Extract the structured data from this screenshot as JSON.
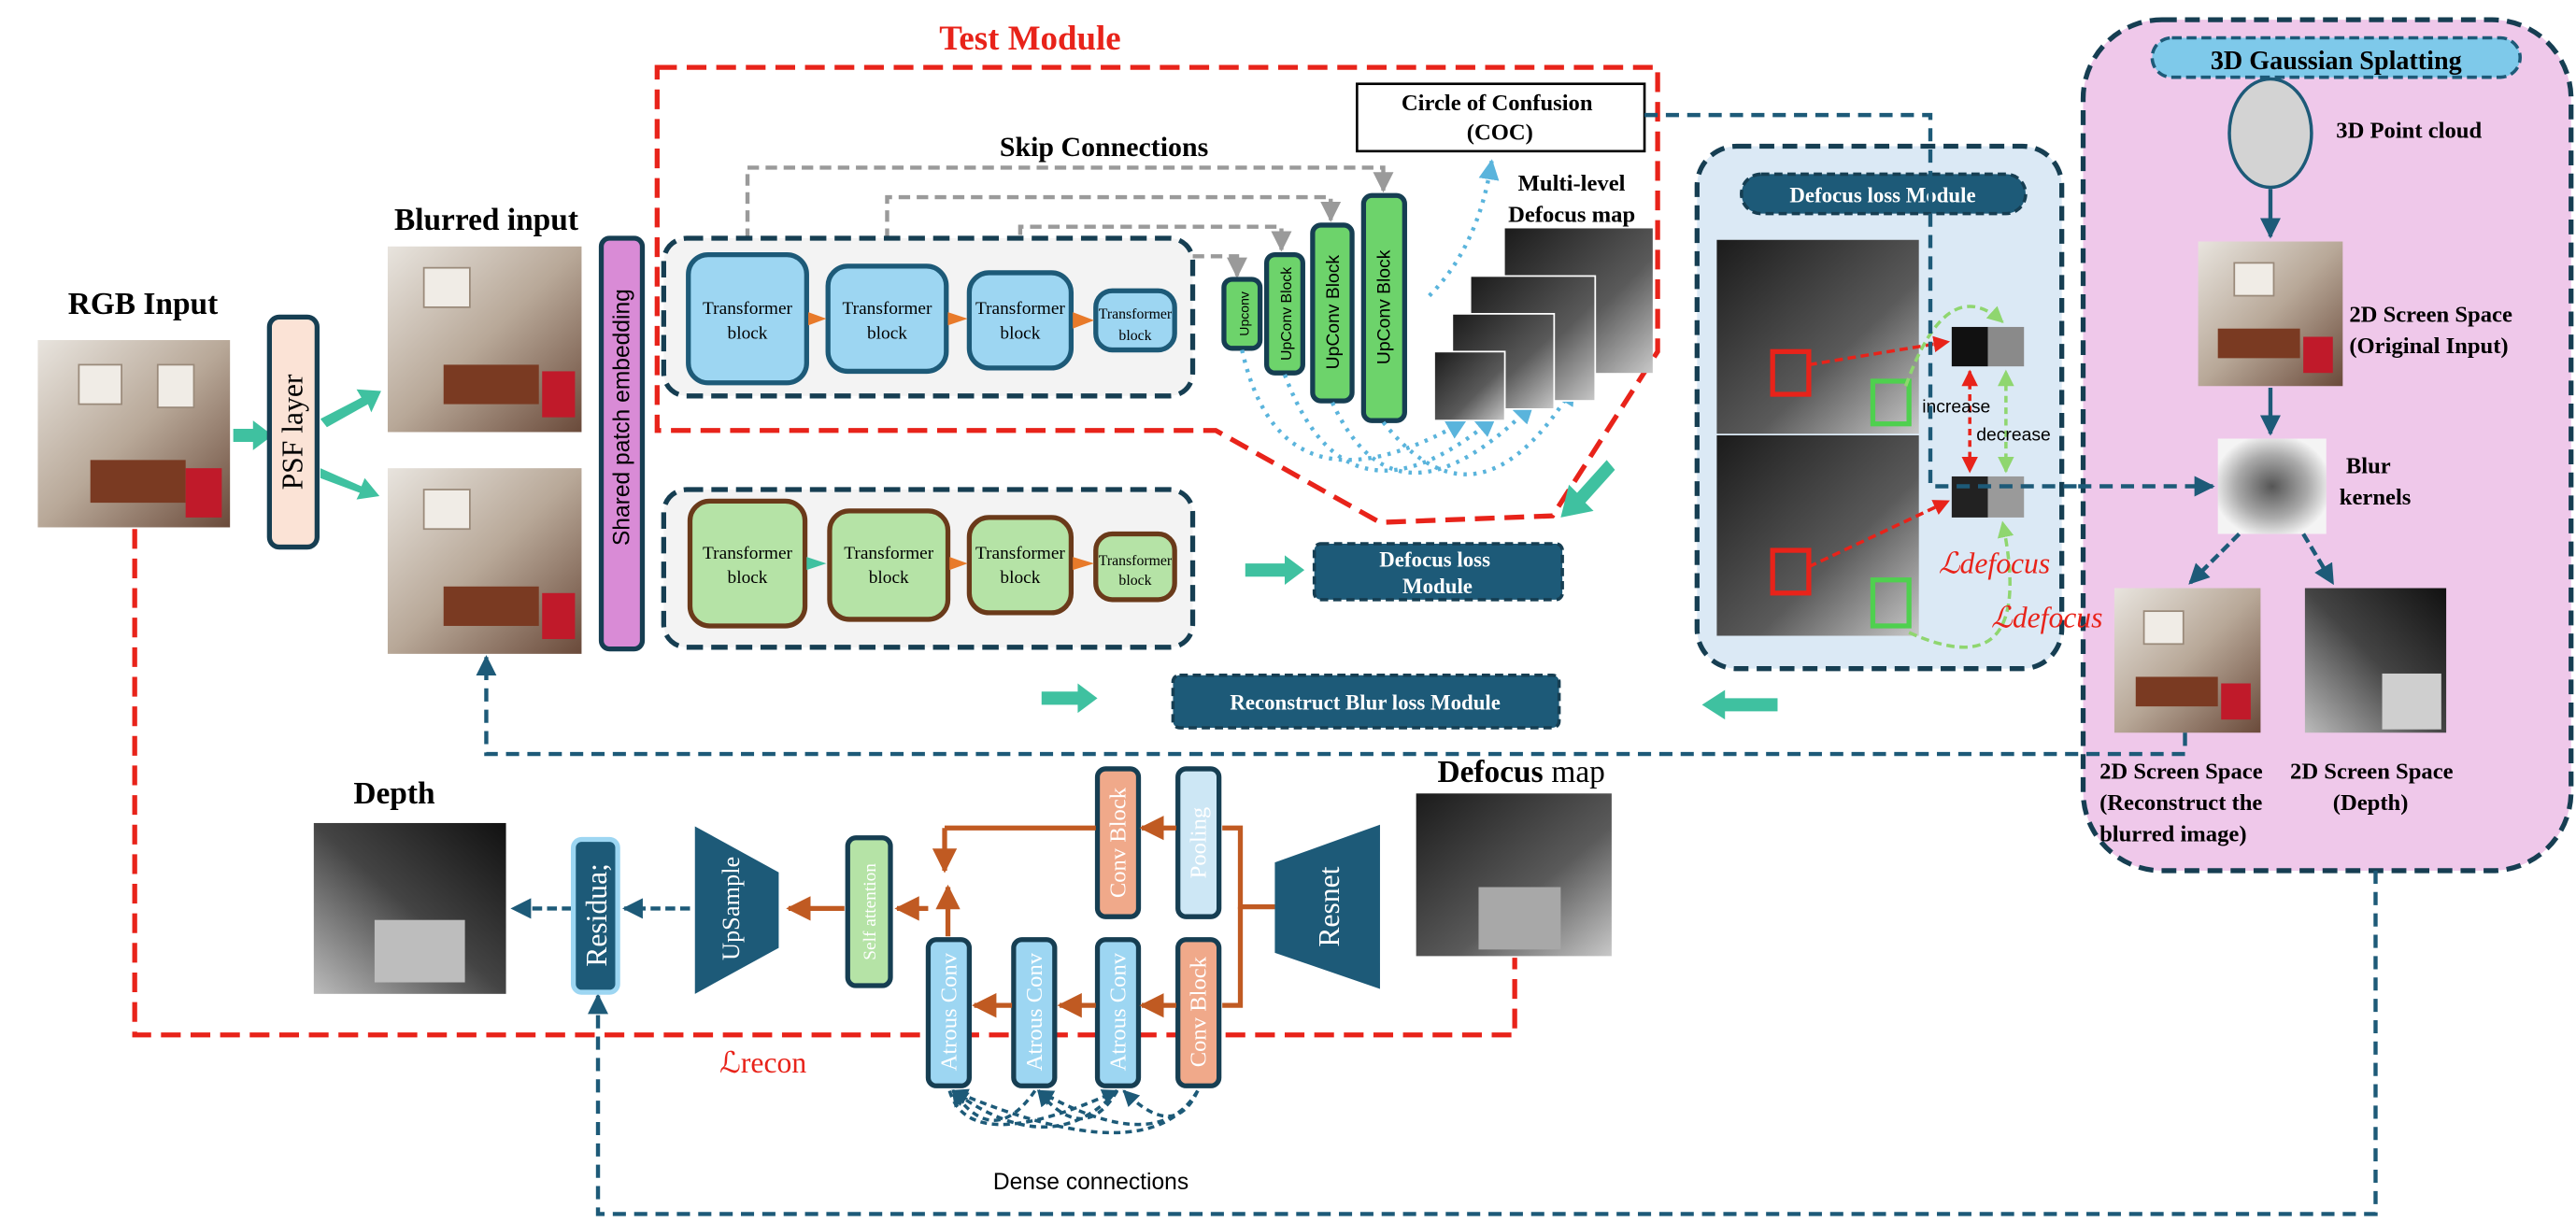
{
  "labels": {
    "test_module": "Test Module",
    "rgb_input": "RGB Input",
    "blurred_input": "Blurred input",
    "psf_layer": "PSF layer",
    "shared_patch_embedding": "Shared patch embedding",
    "skip_connections": "Skip Connections",
    "transformer_block": "Transformer block",
    "upconv": "Upconv",
    "upconv_block": "UpConv Block",
    "coc": "Circle of Confusion (COC)",
    "multilevel_defocus": "Multi-level Defocus map",
    "defocus_loss_module": "Defocus loss Module",
    "reconstruct_blur_loss_module": "Reconstruct Blur loss Module",
    "gaussian_splatting": "3D Gaussian Splatting",
    "point_cloud": "3D Point cloud",
    "screen_space_original": "2D Screen Space (Original Input)",
    "blur_kernels": "Blur kernels",
    "screen_space_reconstruct": "2D Screen Space (Reconstruct the blurred image)",
    "screen_space_depth": "2D Screen Space (Depth)",
    "increase": "increase",
    "decrease": "decrease",
    "l_defocus": "ℒdefocus",
    "l_recon": "ℒrecon",
    "depth": "Depth",
    "defocus_map_bold": "Defocus",
    "defocus_map_rest": "map",
    "residual": "Residua;",
    "upsample": "UpSample",
    "self_attention": "Self attention",
    "conv_block": "Conv Block",
    "pooling": "Pooling",
    "resnet": "Resnet",
    "atrous_conv": "Atrous Conv",
    "dense_connections": "Dense connections"
  },
  "colors": {
    "red": "#e8231a",
    "navy": "#1d5a78",
    "teal": "#3fc1a0",
    "blue_block": "#9dd6f2",
    "green_block": "#b5e3a6",
    "upconv_green": "#6dd36b",
    "orange": "#c05a22",
    "orange_block": "#f0a98a",
    "pink_panel": "#efc8ea",
    "light_panel": "#dbe9f5",
    "purple_bar": "#d98bd6",
    "psf": "#fbe3d6",
    "gray_dash": "#aaaaaa",
    "dotted_blue": "#5ab4dc",
    "light_green": "#8fd66f"
  },
  "icons": {
    "arrow": "arrow-icon"
  }
}
